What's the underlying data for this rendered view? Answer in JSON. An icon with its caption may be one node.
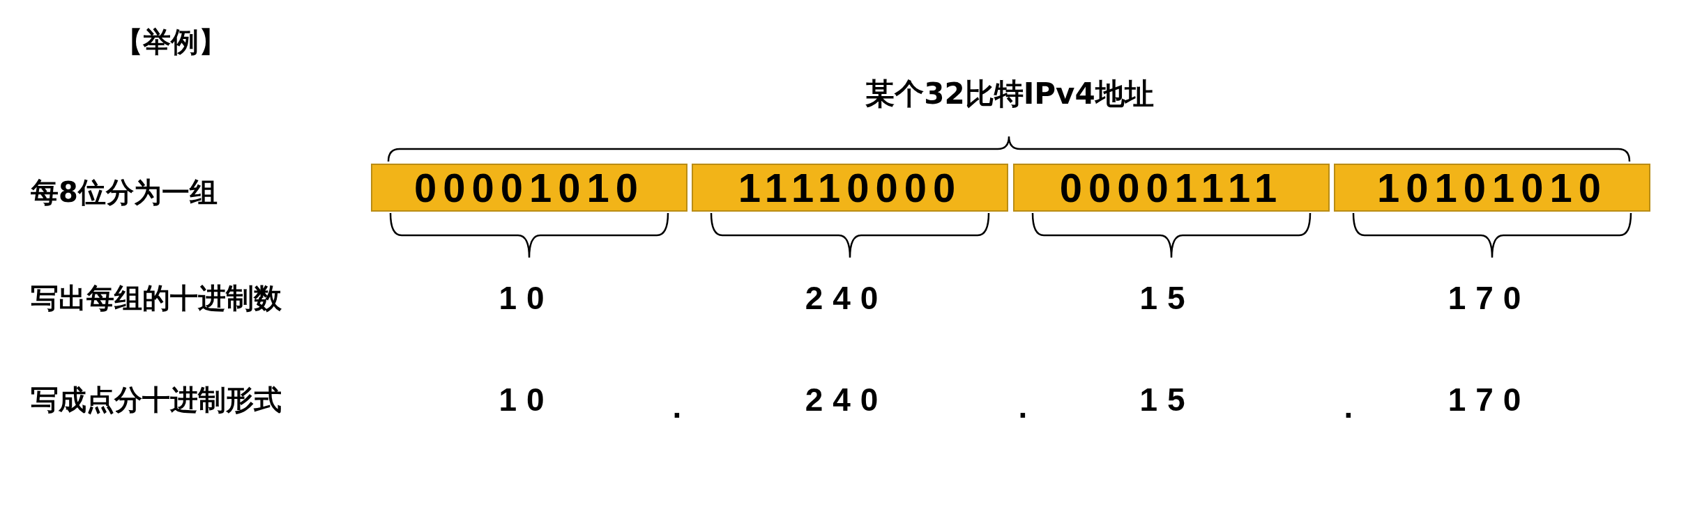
{
  "diagram": {
    "title": "【举例】",
    "nodes": [
      {
        "text": [
          "00001010"
        ]
      },
      {
        "text": [
          "11110000"
        ]
      },
      {
        "text": [
          "00001111"
        ]
      },
      {
        "text": [
          "10101010"
        ]
      }
    ],
    "labels": [
      "某个32比特IPv4地址",
      "每8位分为一组",
      "写出每组的十进制数",
      "10",
      "240",
      "15",
      "170",
      "写成点分十进制形式",
      "10",
      ".",
      "240",
      ".",
      "15",
      ".",
      "170"
    ]
  }
}
